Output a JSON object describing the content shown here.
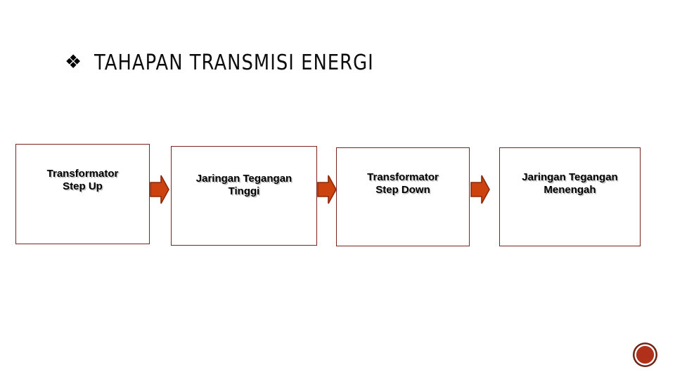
{
  "slide": {
    "background_color": "#ffffff",
    "title": {
      "bullet_icon": "diamond-bullet-icon",
      "bullet_glyph": "❖",
      "text": "TAHAPAN TRANSMISI ENERGI",
      "color": "#0d0d0d"
    },
    "colors": {
      "box_border": "#7b2323",
      "box_fill": "#ffffff",
      "arrow_fill": "#cc4310",
      "arrow_stroke": "#8b2a08",
      "corner_mark_fill": "#b0301a",
      "corner_mark_ring": "#ffffff",
      "corner_mark_outer": "#6d2416",
      "text_color": "#000000"
    },
    "flow": {
      "type": "linear-process",
      "steps": [
        {
          "index": 1,
          "label": "Transformator\nStep Up"
        },
        {
          "index": 2,
          "label": "Jaringan Tegangan\nTinggi"
        },
        {
          "index": 3,
          "label": "Transformator\nStep Down"
        },
        {
          "index": 4,
          "label": "Jaringan Tegangan\nMenengah"
        }
      ],
      "connectors": [
        {
          "index": 1,
          "icon": "right-block-arrow-icon",
          "direction": "right"
        },
        {
          "index": 2,
          "icon": "right-block-arrow-icon",
          "direction": "right"
        },
        {
          "index": 3,
          "icon": "right-block-arrow-icon",
          "direction": "right"
        }
      ]
    },
    "corner_mark": {
      "icon": "circle-bullet-mark-icon",
      "label": ""
    }
  }
}
